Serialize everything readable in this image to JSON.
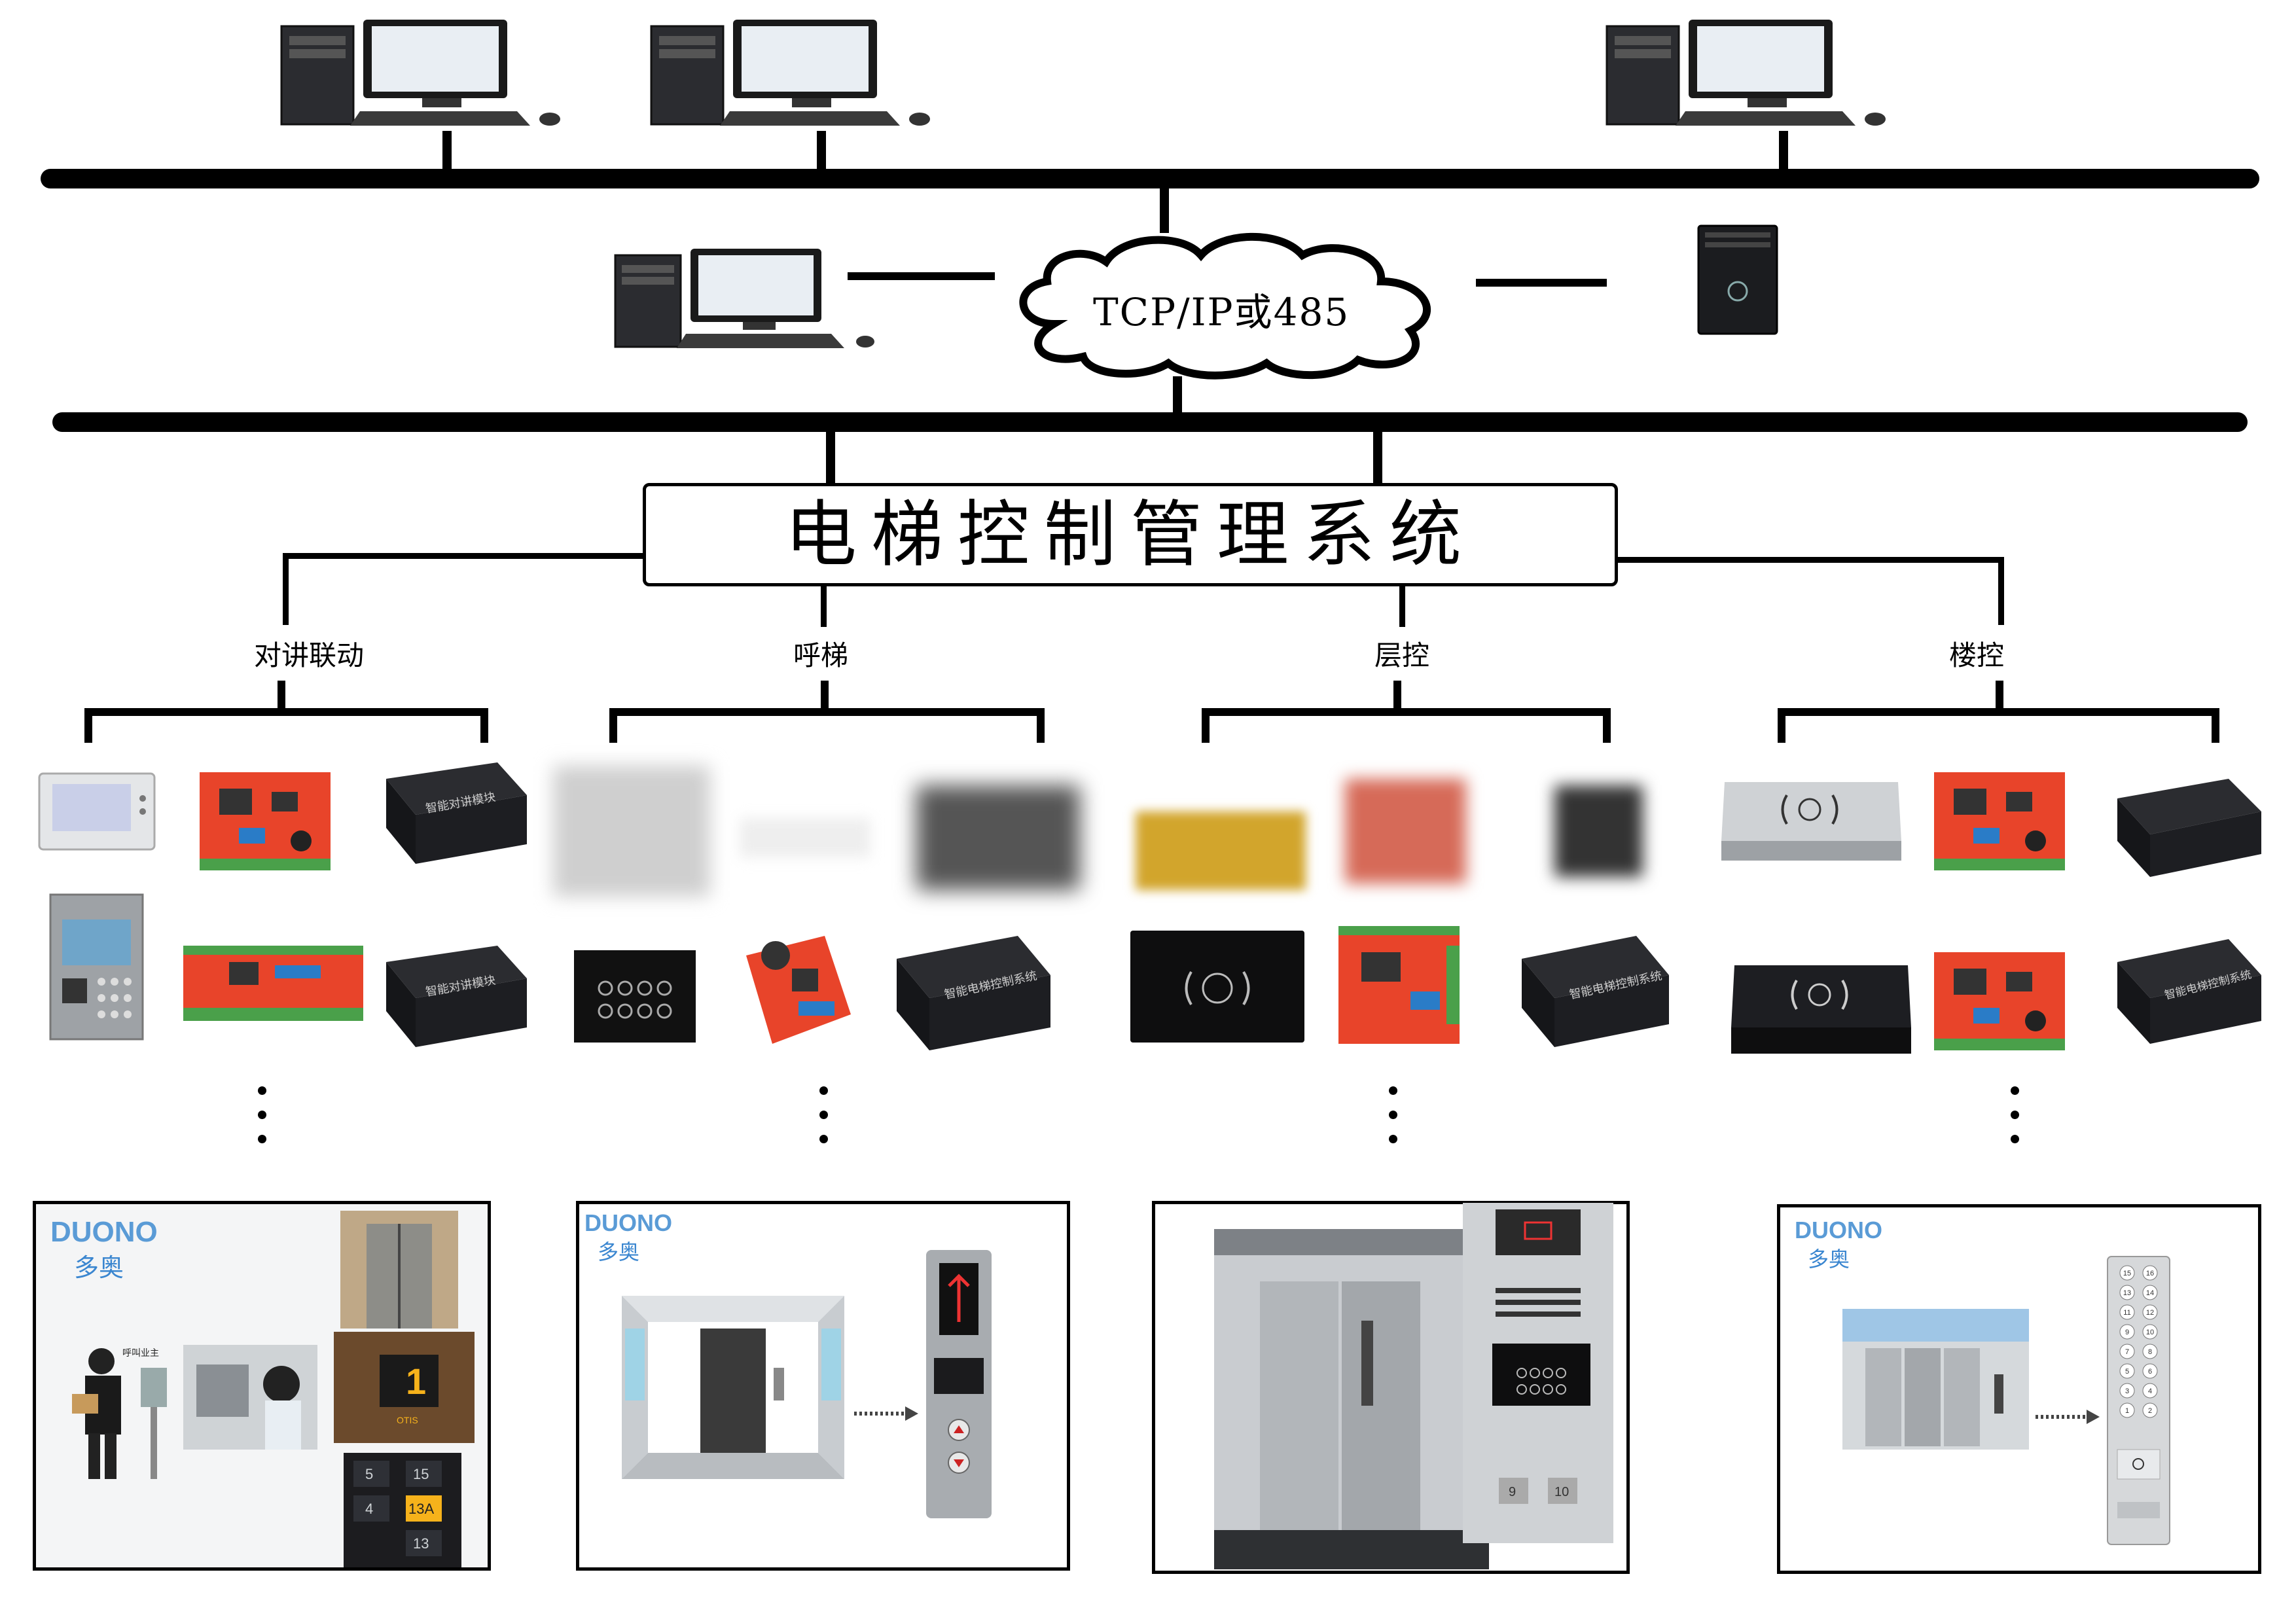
{
  "network": {
    "cloud_label": "TCP/IP或485"
  },
  "system": {
    "title": "电梯控制管理系统"
  },
  "branches": [
    {
      "id": "intercom",
      "label": "对讲联动",
      "module_text": "智能对讲模块"
    },
    {
      "id": "call",
      "label": "呼梯",
      "module_text": "智能电梯控制系统"
    },
    {
      "id": "floor",
      "label": "层控",
      "module_text": "智能电梯控制系统"
    },
    {
      "id": "building",
      "label": "楼控",
      "module_text": "智能电梯控制系统"
    }
  ],
  "brand": {
    "logo_text": "DUONO",
    "name_cn": "多奥",
    "url": "www.duoao.com"
  },
  "scene_labels": {
    "visitor_call": "呼叫业主",
    "elevator_floor": "1",
    "elevator_sign": "OTIS",
    "buttons": [
      "5",
      "15",
      "4",
      "13A",
      "13"
    ],
    "panel_buttons": [
      "9",
      "10"
    ],
    "keypad_numbers": [
      "15",
      "16",
      "13",
      "14",
      "11",
      "12",
      "9",
      "10",
      "7",
      "8",
      "5",
      "6",
      "3",
      "4",
      "1",
      "2"
    ]
  },
  "colors": {
    "bus": "#000000",
    "pcb": "#e8442a",
    "box_dark": "#1d1e22",
    "brand_blue": "#3a86d0",
    "steel": "#b9bcc0"
  }
}
